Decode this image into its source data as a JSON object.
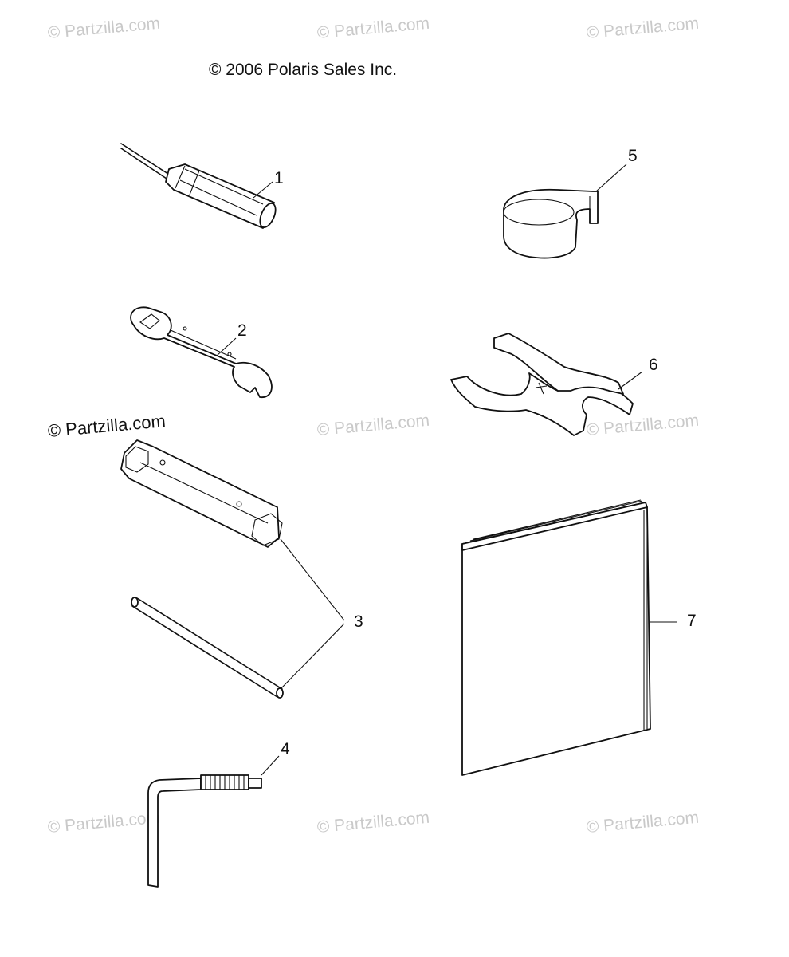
{
  "header": {
    "copyright": "© 2006 Polaris Sales Inc."
  },
  "watermarks": [
    "© Partzilla.com",
    "© Partzilla.com",
    "© Partzilla.com",
    "© Partzilla.com",
    "© Partzilla.com",
    "© Partzilla.com",
    "© Partzilla.com",
    "© Partzilla.com",
    "© Partzilla.com"
  ],
  "callouts": [
    "1",
    "2",
    "3",
    "4",
    "5",
    "6",
    "7"
  ]
}
